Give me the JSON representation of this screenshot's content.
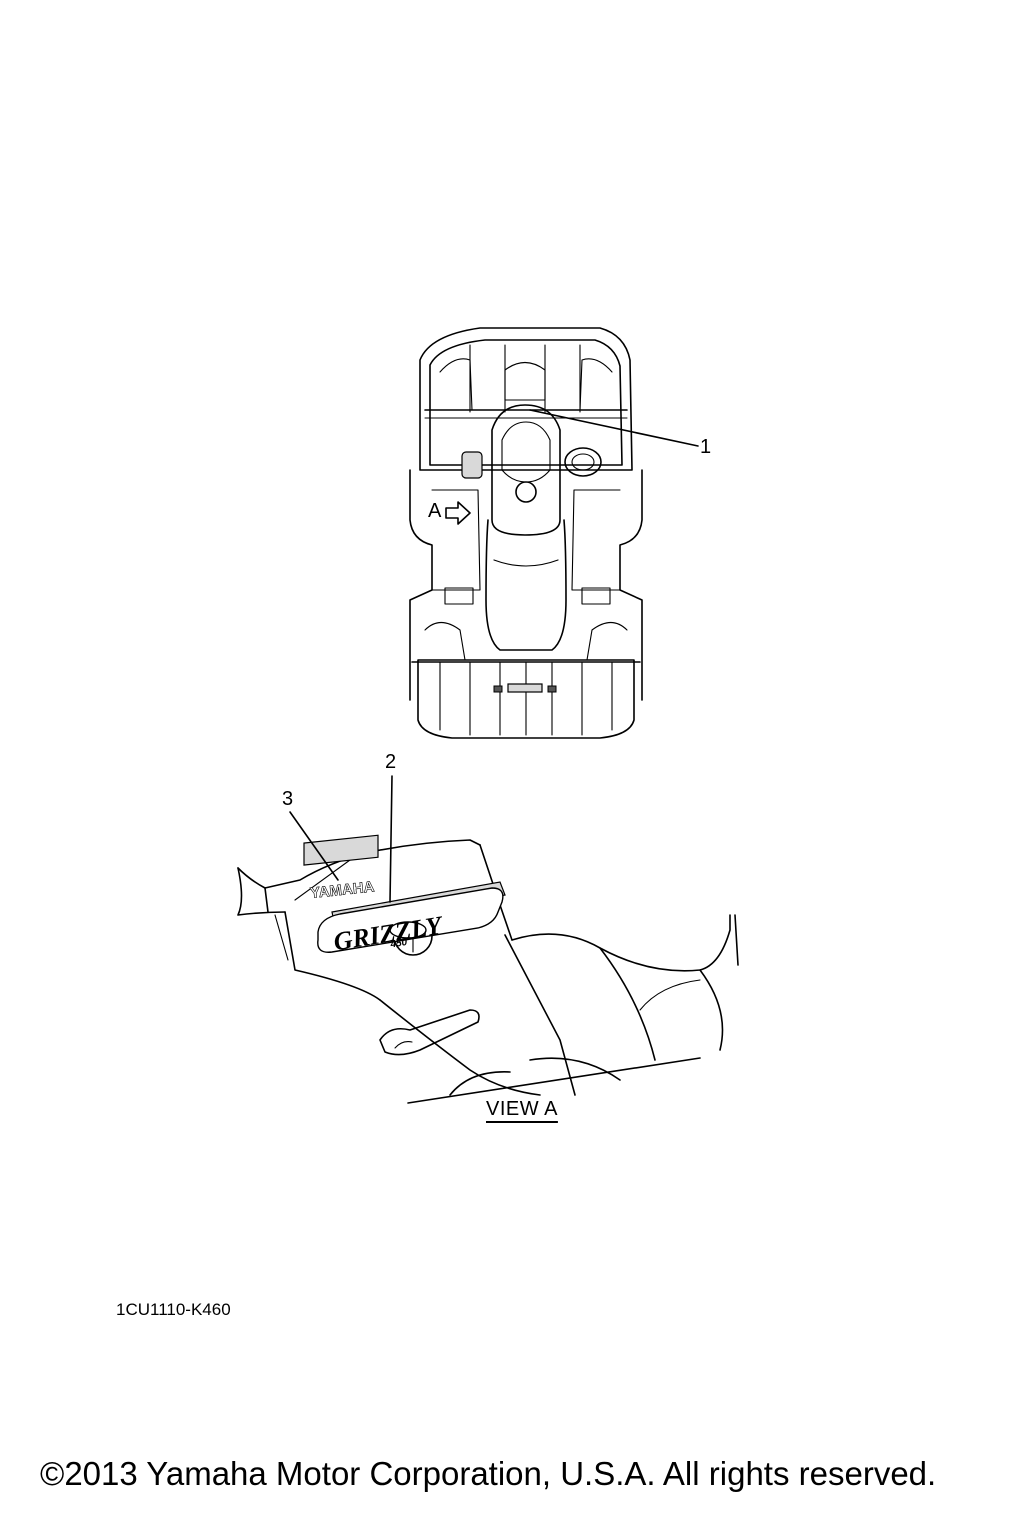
{
  "callouts": {
    "one": "1",
    "two": "2",
    "three": "3",
    "view_marker": "A"
  },
  "view_label": "VIEW A",
  "decals": {
    "brand": "YAMAHA",
    "model": "GRIZZLY",
    "model_number": "450"
  },
  "part_code": "1CU1110-K460",
  "copyright": "©2013 Yamaha Motor Corporation, U.S.A. All rights reserved."
}
